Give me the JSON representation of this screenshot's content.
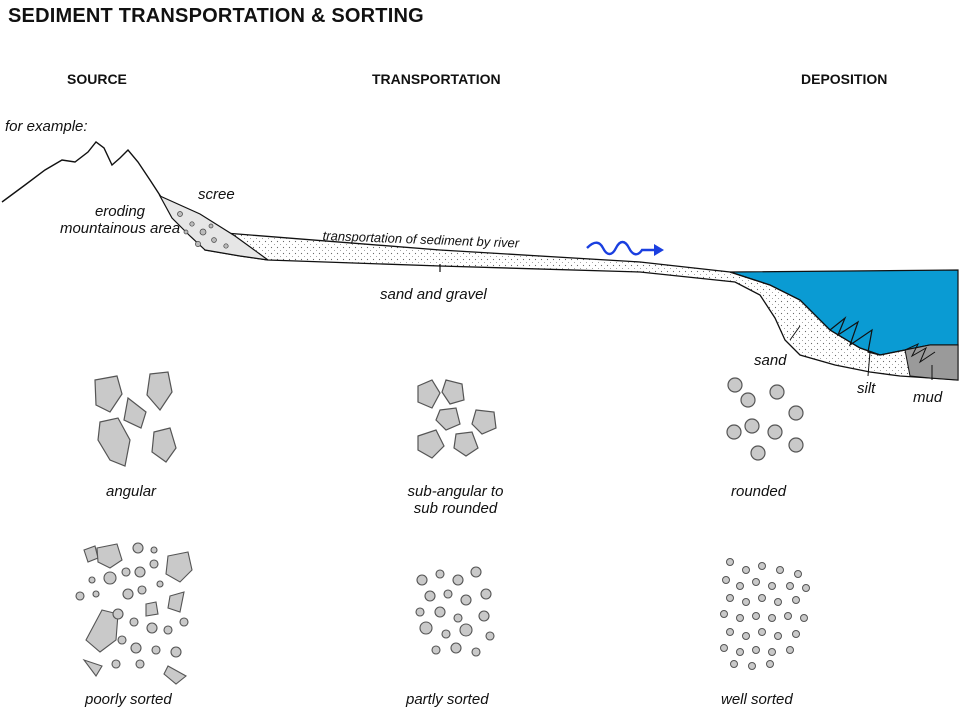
{
  "title": "SEDIMENT TRANSPORTATION & SORTING",
  "stages": {
    "source": "SOURCE",
    "transportation": "TRANSPORTATION",
    "deposition": "DEPOSITION"
  },
  "intro": "for example:",
  "landscape": {
    "eroding_line1": "eroding",
    "eroding_line2": "mountainous area",
    "scree": "scree",
    "river": "transportation of sediment by river",
    "sand_gravel": "sand and gravel",
    "sand": "sand",
    "silt": "silt",
    "mud": "mud"
  },
  "shapes": {
    "angular": "angular",
    "subangular_line1": "sub-angular to",
    "subangular_line2": "sub rounded",
    "rounded": "rounded"
  },
  "sorting": {
    "poorly": "poorly sorted",
    "partly": "partly sorted",
    "well": "well sorted"
  },
  "colors": {
    "water": "#0a9bd3",
    "grain_fill": "#c9c9c9",
    "grain_stroke": "#555555",
    "arrow": "#1a3fe0",
    "mud": "#9a9a9a"
  }
}
